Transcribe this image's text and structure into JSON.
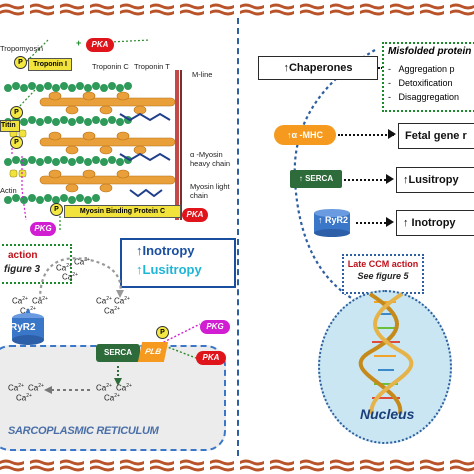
{
  "labels": {
    "tropomyosin": "Tropomyosin",
    "troponin_i": "Troponin I",
    "troponin_c": "Troponin C",
    "troponin_t": "Troponin T",
    "m_line": "M-line",
    "titin": "Titin",
    "alpha_myosin_heavy": "α -Myosin heavy chain",
    "myosin_light": "Myosin light chain",
    "actin": "Actin",
    "mybpc": "Myosin Binding Protein C",
    "p": "P",
    "pka": "PKA",
    "pkg": "PKG",
    "early_action_line1": "action",
    "early_action_line2": "figure 3",
    "inotropy": "↑Inotropy",
    "lusitropy": "↑Lusitropy",
    "ca": "Ca",
    "ca_sup": "2+",
    "ryr2": "RyR2",
    "serca": "SERCA",
    "plb": "PLB",
    "sarcoplasmic": "SARCOPLASMIC RETICULUM",
    "chaperones": "↑Chaperones",
    "misfolded_title": "Misfolded protein",
    "misfolded_items": [
      "Aggregation p",
      "Detoxification",
      "Disaggregation"
    ],
    "alpha_mhc": "↑α -MHC",
    "fetal_gene": "Fetal gene r",
    "serca_up": "↑ SERCA",
    "lusitropy_right": "↑Lusitropy",
    "ryr2_up": "↑ RyR2",
    "inotropy_right": "↑ Inotropy",
    "late_ccm_line1": "Late CCM action",
    "late_ccm_line2": "See figure 5",
    "nucleus": "Nucleus"
  },
  "colors": {
    "pka": "#e0151b",
    "pkg": "#d21ed2",
    "p_circle": "#f4e842",
    "serca_green": "#2d6b3a",
    "ryr_blue": "#3b77c9",
    "orange": "#f59a1f",
    "inotropy_blue": "#1a4fa0",
    "late_red": "#c0101a",
    "nucleus_fill": "#c9e6f2",
    "band_brown": "#b8532a"
  }
}
